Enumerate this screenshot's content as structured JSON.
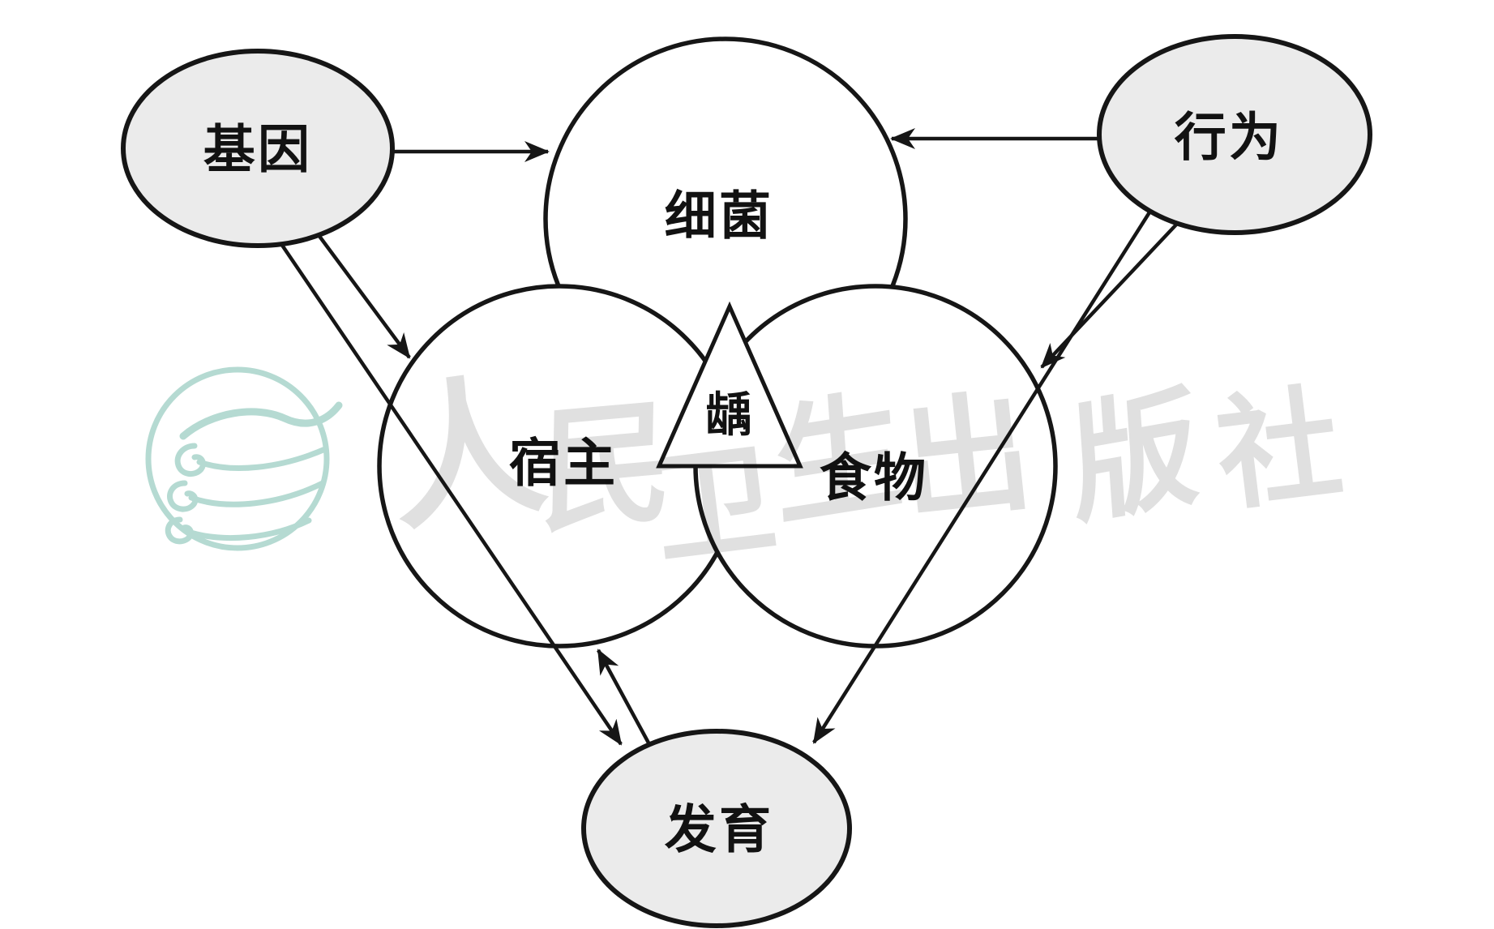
{
  "diagram": {
    "title_semantic": "Venn diagram of caries etiology factors",
    "background": "#ffffff",
    "ink_color": "#161616",
    "circle_fill": "#ffffff",
    "node_fill": "#ebebeb",
    "nodes": {
      "genes": {
        "label": "基因"
      },
      "behavior": {
        "label": "行为"
      },
      "development": {
        "label": "发育"
      },
      "bacteria": {
        "label": "细菌"
      },
      "host": {
        "label": "宿主"
      },
      "food": {
        "label": "食物"
      },
      "caries": {
        "label": "龋"
      }
    },
    "edges": [
      {
        "from": "基因",
        "to": "细菌"
      },
      {
        "from": "行为",
        "to": "细菌"
      },
      {
        "from": "基因",
        "to": "宿主"
      },
      {
        "from": "基因",
        "to": "发育"
      },
      {
        "from": "发育",
        "to": "宿主"
      },
      {
        "from": "行为",
        "to": "食物"
      },
      {
        "from": "行为",
        "to": "发育"
      }
    ]
  },
  "watermark": {
    "publisher_chars": [
      "人",
      "民",
      "卫",
      "生",
      "出",
      "版",
      "社"
    ],
    "text_color": "#e0e0e0",
    "logo_color": "#a9d4ca"
  }
}
